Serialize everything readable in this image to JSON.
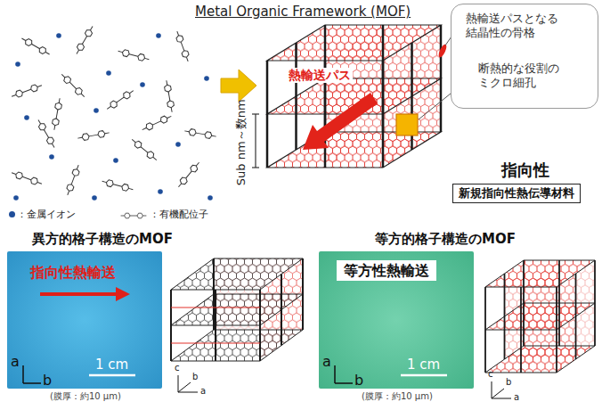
{
  "diagram": {
    "title": "Metal Organic Framework (MOF)",
    "nodes": [
      {
        "text": [
          "熱輸送パスとなる 結晶性の骨格",
          "断熱的な役割の ミクロ細孔"
        ]
      },
      {
        "text": [
          "新規指向性熱伝導材料"
        ]
      },
      {
        "text": [
          "指向性熱輸送",
          "1 cm"
        ]
      },
      {
        "text": [
          "1 cm"
        ]
      },
      {
        "text": [
          "等方性熱輸送"
        ],
        "in": 3
      }
    ],
    "labels": [
      "熱輸送パス",
      "Sub nm～数nm",
      "指向性",
      "異方的格子構造のMOF",
      "a",
      "b",
      "(膜厚：約10 μm)",
      "c",
      "b",
      "a",
      "等方的格子構造のMOF",
      "a",
      "b",
      "(膜厚：約10 μm)",
      "c",
      "b",
      "a"
    ],
    "legend": [
      {
        "text": "：金属イオン",
        "color": "#1f4e9a"
      },
      {
        "text": "：有機配位子"
      }
    ]
  }
}
